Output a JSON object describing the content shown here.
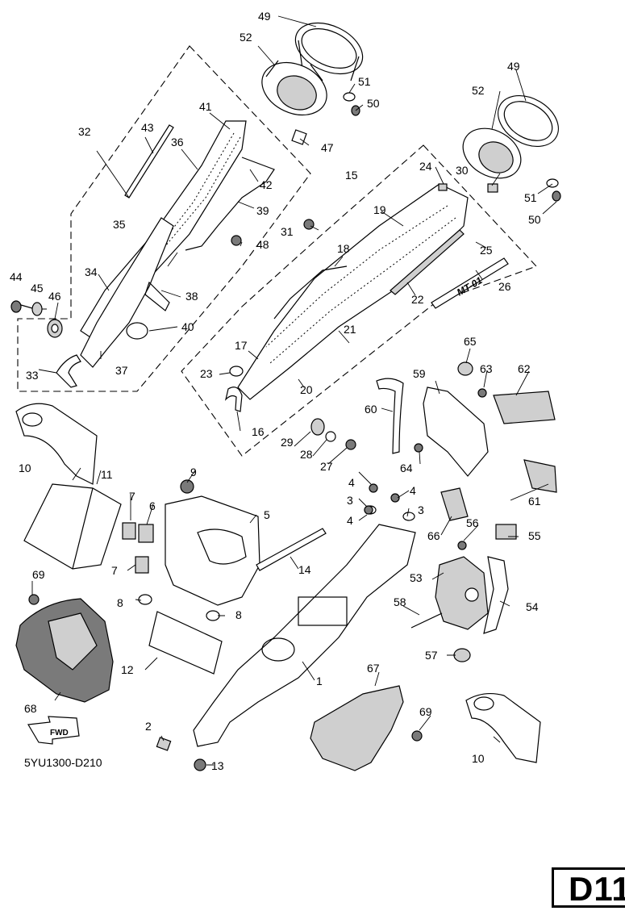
{
  "drawing_code": "5YU1300-D210",
  "page_badge": "D11",
  "fwd_label": "FWD",
  "emblem_text": "MT-01",
  "callouts": {
    "p1": "1",
    "p2": "2",
    "p3a": "3",
    "p3b": "3",
    "p4a": "4",
    "p4b": "4",
    "p4c": "4",
    "p5": "5",
    "p6": "6",
    "p7a": "7",
    "p7b": "7",
    "p8a": "8",
    "p8b": "8",
    "p9": "9",
    "p10a": "10",
    "p10b": "10",
    "p11": "11",
    "p12": "12",
    "p13": "13",
    "p14": "14",
    "p15": "15",
    "p16": "16",
    "p17": "17",
    "p18": "18",
    "p19": "19",
    "p20": "20",
    "p21": "21",
    "p22": "22",
    "p23": "23",
    "p24": "24",
    "p25": "25",
    "p26": "26",
    "p27": "27",
    "p28": "28",
    "p29": "29",
    "p30": "30",
    "p31": "31",
    "p32": "32",
    "p33": "33",
    "p34": "34",
    "p35": "35",
    "p36": "36",
    "p37": "37",
    "p38": "38",
    "p39": "39",
    "p40": "40",
    "p41": "41",
    "p42": "42",
    "p43": "43",
    "p44": "44",
    "p45": "45",
    "p46": "46",
    "p47": "47",
    "p48": "48",
    "p49a": "49",
    "p49b": "49",
    "p50a": "50",
    "p50b": "50",
    "p51a": "51",
    "p51b": "51",
    "p52a": "52",
    "p52b": "52",
    "p53": "53",
    "p54": "54",
    "p55": "55",
    "p56": "56",
    "p57": "57",
    "p58": "58",
    "p59": "59",
    "p60": "60",
    "p61": "61",
    "p62": "62",
    "p63": "63",
    "p64": "64",
    "p65": "65",
    "p66": "66",
    "p67": "67",
    "p68": "68",
    "p69a": "69",
    "p69b": "69"
  }
}
